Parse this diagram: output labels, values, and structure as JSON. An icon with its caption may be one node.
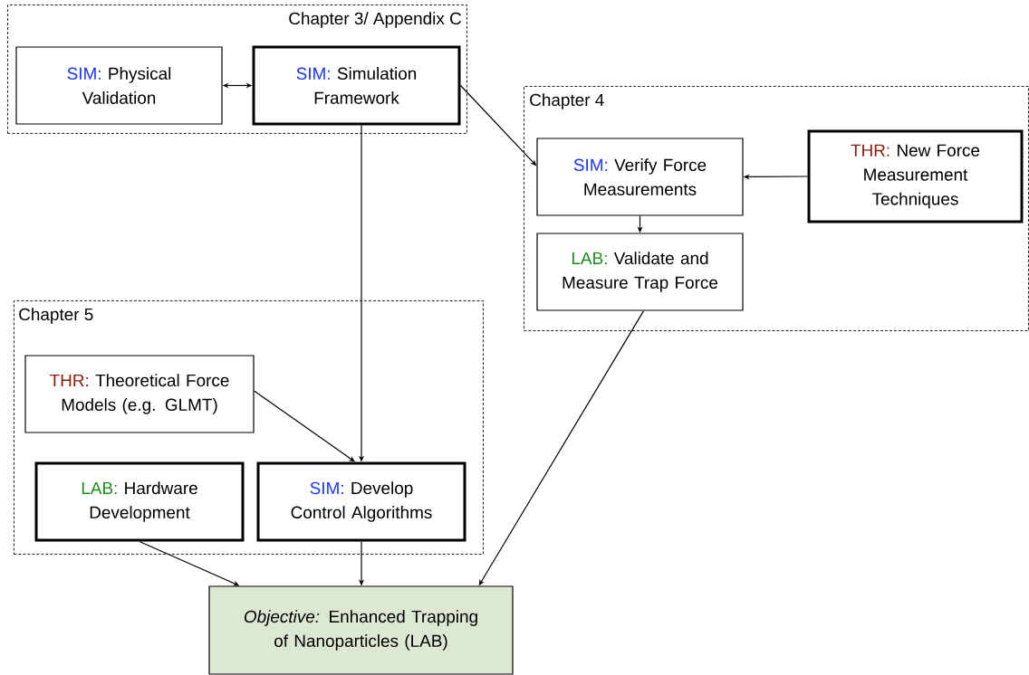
{
  "diagram": {
    "nodes": [
      {
        "text": [
          "Chapter 3/ Appendix C"
        ]
      },
      {
        "text": [
          "SIM:",
          "Physical Validation"
        ],
        "in": 0
      },
      {
        "text": [
          "SIM:",
          "Simulation Framework"
        ],
        "in": 0
      },
      {
        "text": [
          "Chapter 4"
        ]
      },
      {
        "text": [
          "SIM:",
          "Verify Force Measurements"
        ],
        "in": 3
      },
      {
        "text": [
          "THR:",
          "New Force Measurement Techniques"
        ],
        "in": 3
      },
      {
        "text": [
          "LAB:",
          "Validate and Measure Trap Force"
        ],
        "in": 3
      },
      {
        "text": [
          "Chapter 5"
        ]
      },
      {
        "text": [
          "THR:",
          "Theoretical Force Models (e.g. GLMT)"
        ],
        "in": 7
      },
      {
        "text": [
          "LAB:",
          "Hardware Development"
        ],
        "in": 7
      },
      {
        "text": [
          "SIM:",
          "Develop Control Algorithms"
        ],
        "in": 7
      },
      {
        "text": [
          "*Objective:* Enhanced Trapping of Nanoparticles (LAB)"
        ]
      }
    ],
    "edges": [
      {
        "from": 1,
        "to": 2,
        "arrow": "both"
      },
      {
        "from": 2,
        "to": 4,
        "arrow": "to"
      },
      {
        "from": 2,
        "to": 10,
        "arrow": "to"
      },
      {
        "from": 5,
        "to": 4,
        "arrow": "to"
      },
      {
        "from": 4,
        "to": 6,
        "arrow": "to"
      },
      {
        "from": 6,
        "to": 11,
        "arrow": "to"
      },
      {
        "from": 8,
        "to": 10,
        "arrow": "to"
      },
      {
        "from": 9,
        "to": 11,
        "arrow": "to"
      },
      {
        "from": 10,
        "to": 11,
        "arrow": "to"
      }
    ]
  }
}
